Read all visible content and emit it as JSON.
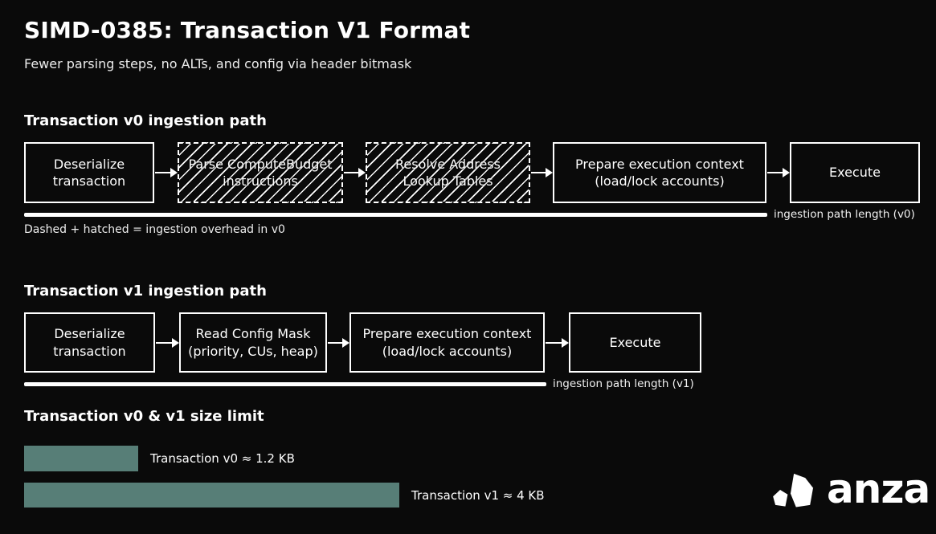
{
  "page": {
    "title": "SIMD-0385: Transaction V1 Format",
    "subtitle": "Fewer parsing steps, no ALTs, and config via header bitmask"
  },
  "colors": {
    "background": "#0a0a0a",
    "foreground": "#ffffff",
    "bar_fill": "#577e77"
  },
  "v0_flow": {
    "heading": "Transaction v0 ingestion path",
    "steps": [
      {
        "label": "Deserialize\ntransaction",
        "overhead": false
      },
      {
        "label": "Parse ComputeBudget\ninstructions",
        "overhead": true
      },
      {
        "label": "Resolve Address\nLookup Tables",
        "overhead": true
      },
      {
        "label": "Prepare execution context\n(load/lock accounts)",
        "overhead": false
      },
      {
        "label": "Execute",
        "overhead": false
      }
    ],
    "ruler_label": "ingestion path length (v0)",
    "legend_note": "Dashed + hatched = ingestion overhead in v0"
  },
  "v1_flow": {
    "heading": "Transaction v1 ingestion path",
    "steps": [
      {
        "label": "Deserialize\ntransaction"
      },
      {
        "label": "Read Config Mask\n(priority, CUs, heap)"
      },
      {
        "label": "Prepare execution context\n(load/lock accounts)"
      },
      {
        "label": "Execute"
      }
    ],
    "ruler_label": "ingestion path length (v1)"
  },
  "size_section": {
    "heading": "Transaction v0 & v1 size limit",
    "bars": [
      {
        "label": "Transaction v0 ≈ 1.2 KB",
        "value_kb": 1.2
      },
      {
        "label": "Transaction v1 ≈ 4 KB",
        "value_kb": 4
      }
    ]
  },
  "chart_data": {
    "type": "bar",
    "title": "Transaction v0 & v1 size limit",
    "categories": [
      "Transaction v0",
      "Transaction v1"
    ],
    "values": [
      1.2,
      4
    ],
    "unit": "KB",
    "orientation": "horizontal"
  },
  "logo": {
    "wordmark": "anza"
  }
}
